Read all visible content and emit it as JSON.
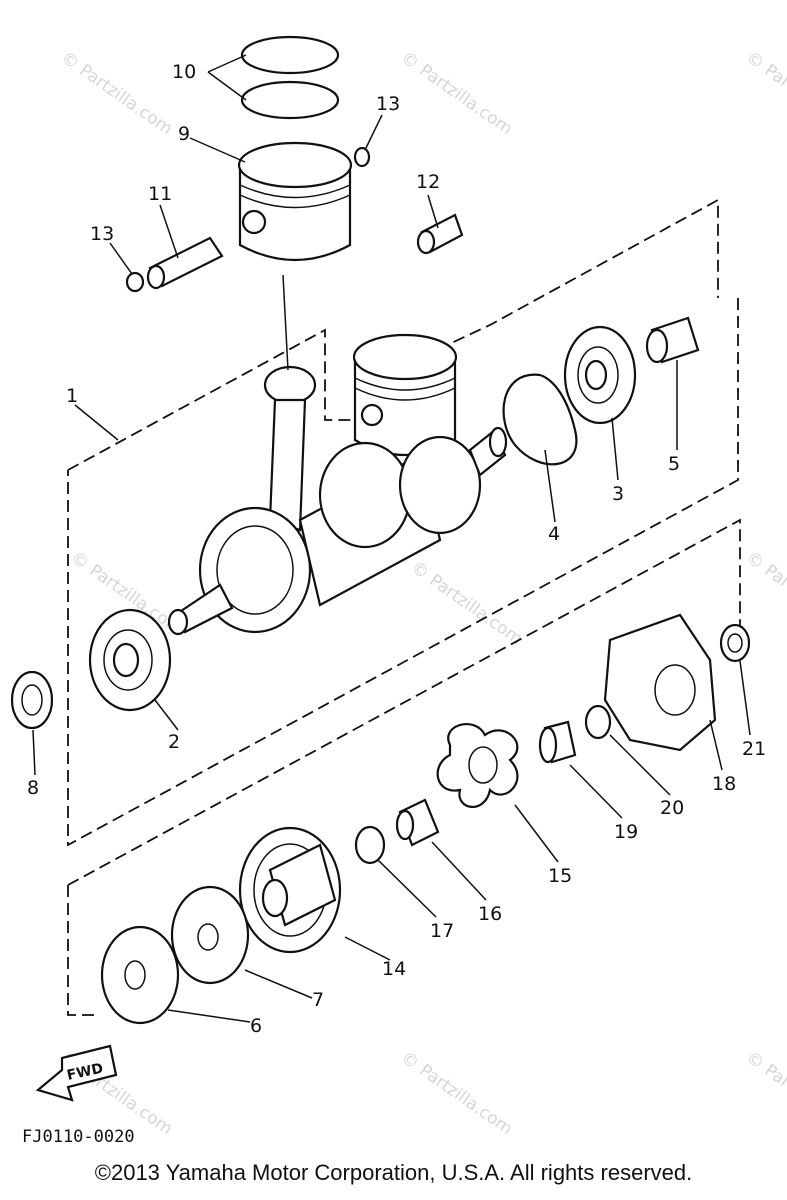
{
  "watermarks": [
    {
      "text": "© Partzilla.com"
    },
    {
      "text": "© Partzilla.com"
    },
    {
      "text": "© Partzilla.com"
    },
    {
      "text": "© Partzilla.com"
    },
    {
      "text": "© Partzilla.com"
    },
    {
      "text": "© Partzilla.com"
    },
    {
      "text": "© Partzilla.com"
    },
    {
      "text": "© Partzilla.com"
    },
    {
      "text": "© Partzilla.com"
    }
  ],
  "callouts": [
    {
      "text": "1"
    },
    {
      "text": "2"
    },
    {
      "text": "3"
    },
    {
      "text": "4"
    },
    {
      "text": "5"
    },
    {
      "text": "6"
    },
    {
      "text": "7"
    },
    {
      "text": "8"
    },
    {
      "text": "9"
    },
    {
      "text": "10"
    },
    {
      "text": "11"
    },
    {
      "text": "12"
    },
    {
      "text": "13"
    },
    {
      "text": "13"
    },
    {
      "text": "14"
    },
    {
      "text": "15"
    },
    {
      "text": "16"
    },
    {
      "text": "17"
    },
    {
      "text": "18"
    },
    {
      "text": "19"
    },
    {
      "text": "20"
    },
    {
      "text": "21"
    }
  ],
  "fwd_label": "FWD",
  "diagram_code": "FJ0110-0020",
  "copyright": "©2013 Yamaha Motor Corporation, U.S.A. All rights reserved."
}
